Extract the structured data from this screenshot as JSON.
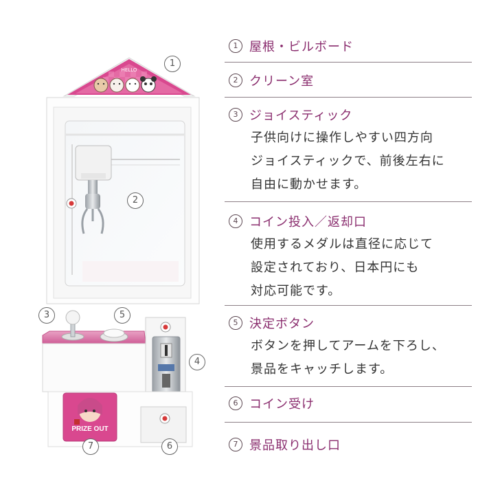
{
  "callouts": [
    "1",
    "2",
    "3",
    "4",
    "5",
    "6",
    "7"
  ],
  "machine": {
    "prize_out_label": "PRIZE OUT",
    "roof_logo": "HELLO"
  },
  "features": [
    {
      "num": "1",
      "title": "屋根・ビルボード",
      "desc": []
    },
    {
      "num": "2",
      "title": "クリーン室",
      "desc": []
    },
    {
      "num": "3",
      "title": "ジョイスティック",
      "desc": [
        "子供向けに操作しやすい四方向",
        "ジョイスティックで、前後左右に",
        "自由に動かせます。"
      ]
    },
    {
      "num": "4",
      "title": "コイン投入／返却口",
      "desc": [
        "使用するメダルは直径に応じて",
        "設定されており、日本円にも",
        "対応可能です。"
      ]
    },
    {
      "num": "5",
      "title": "決定ボタン",
      "desc": [
        "ボタンを押してアームを下ろし、",
        "景品をキャッチします。"
      ]
    },
    {
      "num": "6",
      "title": "コイン受け",
      "desc": []
    },
    {
      "num": "7",
      "title": "景品取り出し口",
      "desc": []
    }
  ],
  "colors": {
    "accent": "#8a2d6e",
    "pink": "#d9488f",
    "rule": "#8c7f86"
  }
}
